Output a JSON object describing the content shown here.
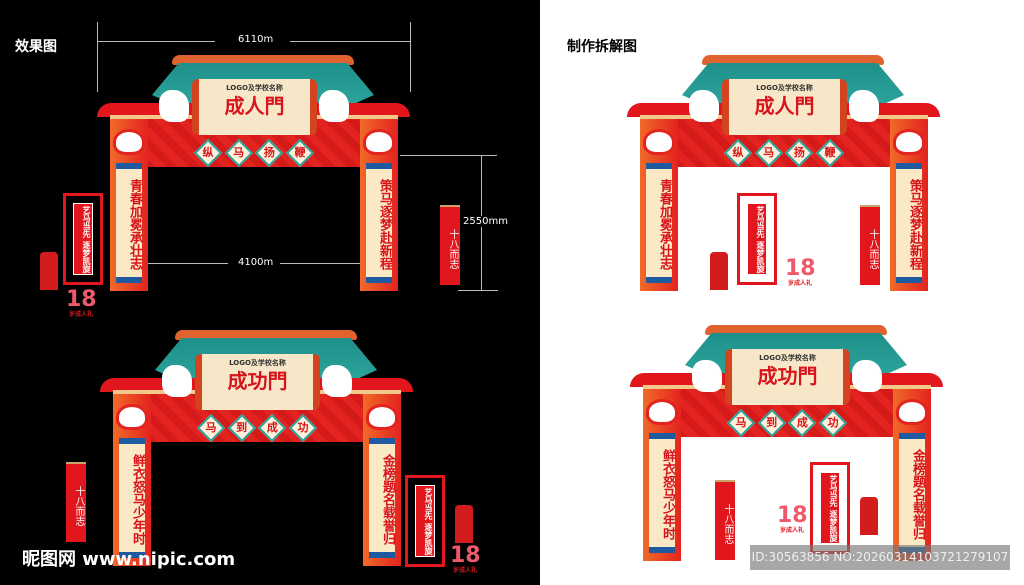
{
  "labels": {
    "effect": "效果图",
    "breakdown": "制作拆解图"
  },
  "dimensions": {
    "width": "6110m",
    "height": "2550mm",
    "opening": "4100m"
  },
  "arches": [
    {
      "logo": "LOGO及学校名称",
      "title": "成人門",
      "diamonds": [
        "纵",
        "马",
        "扬",
        "鞭"
      ],
      "left_couplet": "青春加冕承壮志",
      "right_couplet": "策马逐梦赴新程"
    },
    {
      "logo": "LOGO及学校名称",
      "title": "成功門",
      "diamonds": [
        "马",
        "到",
        "成",
        "功"
      ],
      "left_couplet": "鲜衣怒马少年时",
      "right_couplet": "金榜题名载誉归"
    }
  ],
  "side": {
    "banner": "艺马当先 逐梦凯旋",
    "number": "18",
    "ceremony": "岁成人礼",
    "curtain": "十八而志"
  },
  "watermark": {
    "site": "昵图网 www.nipic.com",
    "id": "ID:30563856 NO:20260314103721279107"
  },
  "colors": {
    "red": "#e2161d",
    "teal": "#2aa39a",
    "cream": "#fbe8c5"
  }
}
